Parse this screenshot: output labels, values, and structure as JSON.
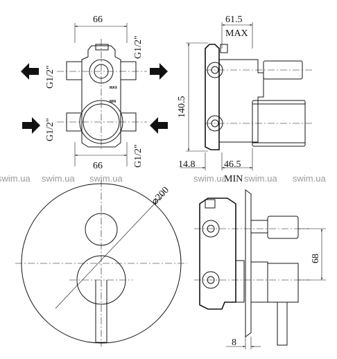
{
  "watermark": "swim.ua",
  "top_view": {
    "width_top": "66",
    "width_bottom": "66",
    "thread_top_right": "G1/2\"",
    "thread_bottom_right": "G1/2\"",
    "thread_left_upper": "G1/2\"",
    "thread_left_lower": "G1/2\"",
    "label_max": "MAX",
    "label_min": "MIN"
  },
  "side_view": {
    "depth_top": "61.5",
    "label_max": "MAX",
    "height": "140.5",
    "offset_left": "14.8",
    "depth_bottom": "46.5",
    "label_min": "MIN"
  },
  "front_view": {
    "diameter": "⌀200"
  },
  "assembly_view": {
    "spacing": "68",
    "plate_thickness": "8"
  }
}
